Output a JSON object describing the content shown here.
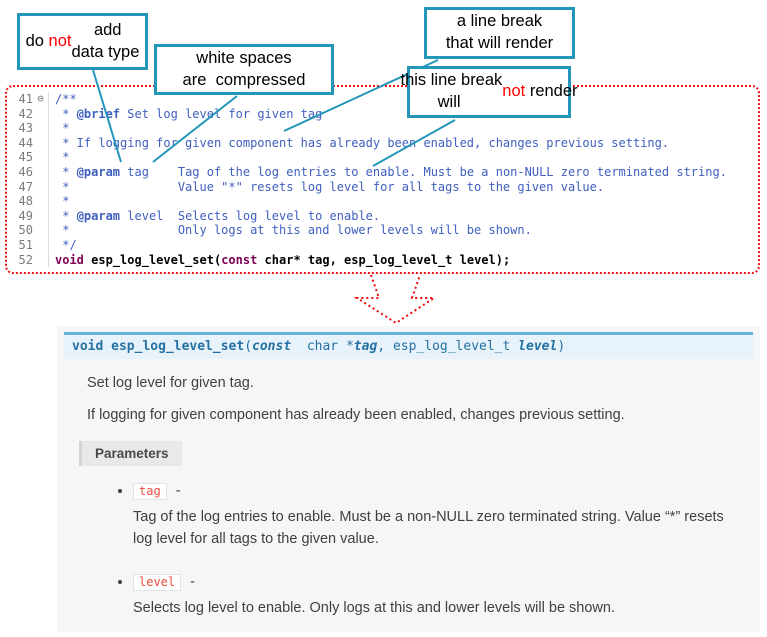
{
  "colors": {
    "callout_border": "#2396ba",
    "callout_emphasis_red": "#ff0000",
    "editor_frame_red": "#ef1010",
    "comment_text": "#3f5fbf",
    "keyword_text": "#7f0055",
    "signature_bg": "#e7f2fa",
    "signature_border": "#6ab0de",
    "param_chip_text": "#e74c3c",
    "docs_panel_bg": "#f5f6f7"
  },
  "callouts": {
    "no_datatype": {
      "segments": [
        {
          "t": "do ",
          "c": ""
        },
        {
          "t": "not",
          "c": "red"
        },
        {
          "t": " add\ndata type",
          "c": ""
        }
      ]
    },
    "whitespace": {
      "segments": [
        {
          "t": "white spaces\nare  compressed",
          "c": ""
        }
      ]
    },
    "break_render": {
      "segments": [
        {
          "t": "a line break\nthat will render",
          "c": ""
        }
      ]
    },
    "break_norender": {
      "segments": [
        {
          "t": "this line break\nwill ",
          "c": ""
        },
        {
          "t": "not",
          "c": "red"
        },
        {
          "t": " render",
          "c": ""
        }
      ]
    }
  },
  "editor": {
    "lines": [
      {
        "num": "41",
        "fold": "⊖",
        "segments": [
          {
            "t": "/**",
            "c": "cmt"
          }
        ]
      },
      {
        "num": "42",
        "segments": [
          {
            "t": " * ",
            "c": "cmt"
          },
          {
            "t": "@brief",
            "c": "doctag"
          },
          {
            "t": " Set log level for given tag",
            "c": "cmt"
          }
        ]
      },
      {
        "num": "43",
        "segments": [
          {
            "t": " *",
            "c": "cmt"
          }
        ]
      },
      {
        "num": "44",
        "segments": [
          {
            "t": " * If logging for given component has already been enabled, changes previous setting.",
            "c": "cmt"
          }
        ]
      },
      {
        "num": "45",
        "segments": [
          {
            "t": " *",
            "c": "cmt"
          }
        ]
      },
      {
        "num": "46",
        "segments": [
          {
            "t": " * ",
            "c": "cmt"
          },
          {
            "t": "@param",
            "c": "doctag"
          },
          {
            "t": " tag    Tag of the log entries to enable. Must be a non-NULL zero terminated string.",
            "c": "cmt"
          }
        ]
      },
      {
        "num": "47",
        "segments": [
          {
            "t": " *               Value \"*\" resets log level for all tags to the given value.",
            "c": "cmt"
          }
        ]
      },
      {
        "num": "48",
        "segments": [
          {
            "t": " *",
            "c": "cmt"
          }
        ]
      },
      {
        "num": "49",
        "segments": [
          {
            "t": " * ",
            "c": "cmt"
          },
          {
            "t": "@param",
            "c": "doctag"
          },
          {
            "t": " level  Selects log level to enable.",
            "c": "cmt"
          }
        ]
      },
      {
        "num": "50",
        "segments": [
          {
            "t": " *               Only logs at this and lower levels will be shown.",
            "c": "cmt"
          }
        ]
      },
      {
        "num": "51",
        "segments": [
          {
            "t": " */",
            "c": "cmt"
          }
        ]
      },
      {
        "num": "52",
        "segments": [
          {
            "t": "void",
            "c": "kw"
          },
          {
            "t": " ",
            "c": "code-b"
          },
          {
            "t": "esp_log_level_set",
            "c": "code-b"
          },
          {
            "t": "(",
            "c": "code-b"
          },
          {
            "t": "const",
            "c": "kw"
          },
          {
            "t": " char* tag, esp_log_level_t level);",
            "c": "code-b"
          }
        ]
      }
    ]
  },
  "docs": {
    "signature": {
      "segments": [
        {
          "t": "void ",
          "c": "sk"
        },
        {
          "t": "esp_log_level_set",
          "c": "sk"
        },
        {
          "t": "(",
          "c": "sp"
        },
        {
          "t": "const",
          "c": "sit"
        },
        {
          "t": "  char *",
          "c": "sp"
        },
        {
          "t": "tag",
          "c": "sit"
        },
        {
          "t": ", ",
          "c": "sp"
        },
        {
          "t": "esp_log_level_t ",
          "c": "sp"
        },
        {
          "t": "level",
          "c": "sit"
        },
        {
          "t": ")",
          "c": "sp"
        }
      ]
    },
    "brief": "Set log level for given tag.",
    "description": "If logging for given component has already been enabled, changes previous setting.",
    "parameters_label": "Parameters",
    "params": [
      {
        "name": "tag",
        "separator": "-",
        "desc": "Tag of the log entries to enable. Must be a non-NULL zero terminated string. Value “*” resets log level for all tags to the given value."
      },
      {
        "name": "level",
        "separator": "-",
        "desc": "Selects log level to enable. Only logs at this and lower levels will be shown."
      }
    ]
  }
}
